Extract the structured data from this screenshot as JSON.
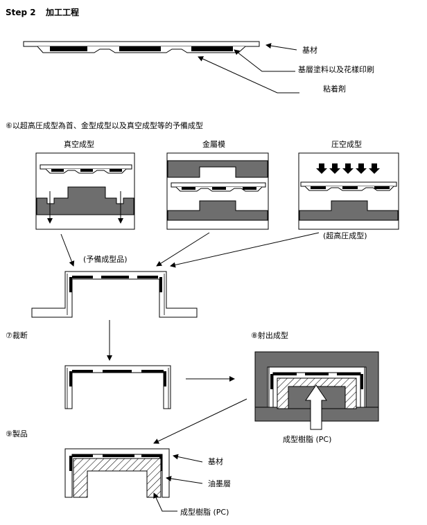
{
  "header": {
    "step": "Step 2",
    "title": "加工工程"
  },
  "top_labels": {
    "substrate": "基材",
    "layer_print": "基層塗料以及花樣印刷",
    "adhesive": "粘着剤"
  },
  "section6": {
    "title": "⑥以超高圧成型為首、金型成型以及真空成型等的予備成型",
    "vacuum": "真空成型",
    "mold": "金屬模",
    "pressure": "圧空成型",
    "pressure_note": "(超高圧成型)",
    "preform": "(予備成型品)"
  },
  "section7": {
    "title": "⑦裁断"
  },
  "section8": {
    "title": "⑧射出成型",
    "resin": "成型樹脂 (PC)"
  },
  "section9": {
    "title": "⑨製品",
    "substrate": "基材",
    "ink": "油墨層",
    "resin": "成型樹脂 (PC)"
  },
  "colors": {
    "mold_gray": "#6e6e6e",
    "ink_black": "#000000",
    "outline": "#000000",
    "background": "#ffffff"
  }
}
